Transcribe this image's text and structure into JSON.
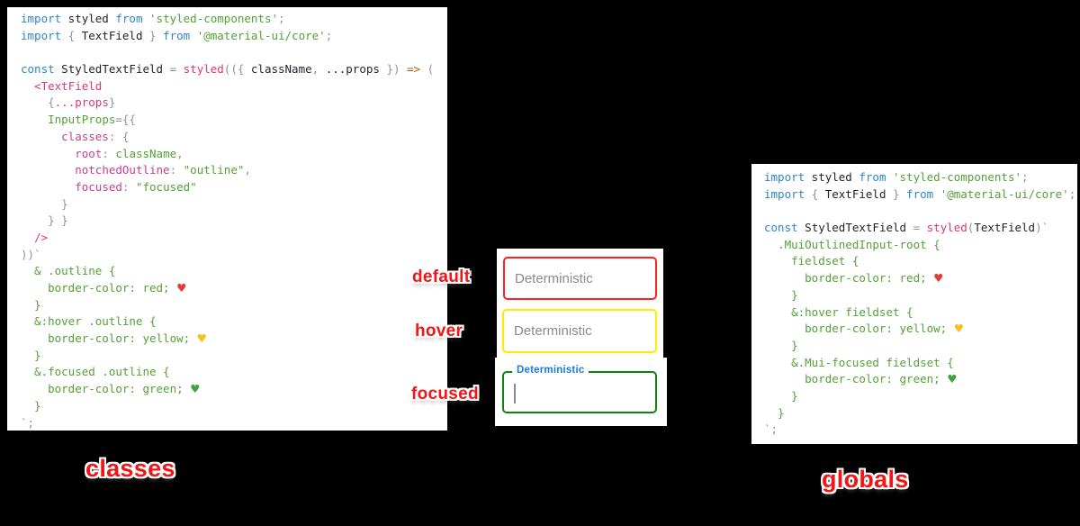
{
  "labels": {
    "default": "default",
    "hover": "hover",
    "focused": "focused",
    "classes": "classes",
    "globals": "globals"
  },
  "fields": {
    "default": {
      "state": "default",
      "placeholder": "Deterministic",
      "border_color": "#ff2020"
    },
    "hover": {
      "state": "hover",
      "placeholder": "Deterministic",
      "border_color": "#ffeb00"
    },
    "focused": {
      "state": "focused",
      "label": "Deterministic",
      "value": "",
      "border_color": "#0c840c",
      "label_color": "#1c7ce0"
    }
  },
  "colors": {
    "background": "#000000",
    "panel_background": "#ffffff",
    "keyword_blue": "#2e86c1",
    "string_green": "#55a037",
    "function_pink": "#e0366e",
    "property_magenta": "#c2418e",
    "punctuation_gray": "#8f9499",
    "arrow_orange": "#b05b14",
    "label_red": "#ee1616",
    "heart_red": "#e53935",
    "heart_yellow": "#f5c11e",
    "heart_green": "#3fa33f"
  },
  "code_blocks": {
    "left": {
      "title": "classes approach",
      "lines": [
        [
          [
            "kw",
            "import"
          ],
          [
            "id",
            " styled "
          ],
          [
            "kw",
            "from"
          ],
          [
            "id",
            " "
          ],
          [
            "grn",
            "'styled-components'"
          ],
          [
            "pun",
            ";"
          ]
        ],
        [
          [
            "kw",
            "import"
          ],
          [
            "pun",
            " { "
          ],
          [
            "id",
            "TextField"
          ],
          [
            "pun",
            " } "
          ],
          [
            "kw",
            "from"
          ],
          [
            "id",
            " "
          ],
          [
            "grn",
            "'@material-ui/core'"
          ],
          [
            "pun",
            ";"
          ]
        ],
        [],
        [
          [
            "kw",
            "const"
          ],
          [
            "id",
            " StyledTextField "
          ],
          [
            "pun",
            "= "
          ],
          [
            "pink",
            "styled"
          ],
          [
            "pun",
            "(({ "
          ],
          [
            "id",
            "className"
          ],
          [
            "pun",
            ", "
          ],
          [
            "id",
            "...props"
          ],
          [
            "pun",
            " }) "
          ],
          [
            "arr",
            "=>"
          ],
          [
            "pun",
            " ("
          ]
        ],
        [
          [
            "pun",
            "  "
          ],
          [
            "pink",
            "<TextField"
          ]
        ],
        [
          [
            "pun",
            "    {"
          ],
          [
            "pink",
            "...props"
          ],
          [
            "pun",
            "}"
          ]
        ],
        [
          [
            "pun",
            "    "
          ],
          [
            "grn",
            "InputProps"
          ],
          [
            "pun",
            "={{"
          ]
        ],
        [
          [
            "pun",
            "      "
          ],
          [
            "mag",
            "classes"
          ],
          [
            "pun",
            ": {"
          ]
        ],
        [
          [
            "pun",
            "        "
          ],
          [
            "mag",
            "root"
          ],
          [
            "pun",
            ": "
          ],
          [
            "grn",
            "className"
          ],
          [
            "pun",
            ","
          ]
        ],
        [
          [
            "pun",
            "        "
          ],
          [
            "mag",
            "notchedOutline"
          ],
          [
            "pun",
            ": "
          ],
          [
            "grn",
            "\"outline\""
          ],
          [
            "pun",
            ","
          ]
        ],
        [
          [
            "pun",
            "        "
          ],
          [
            "mag",
            "focused"
          ],
          [
            "pun",
            ": "
          ],
          [
            "grn",
            "\"focused\""
          ]
        ],
        [
          [
            "pun",
            "      }"
          ]
        ],
        [
          [
            "pun",
            "    } }"
          ]
        ],
        [
          [
            "pun",
            "  "
          ],
          [
            "pink",
            "/>"
          ]
        ],
        [
          [
            "pun",
            "))`"
          ]
        ],
        [
          [
            "grn",
            "  & .outline {"
          ]
        ],
        [
          [
            "grn",
            "    border-color: red; "
          ],
          [
            "hr",
            "♥"
          ]
        ],
        [
          [
            "grn",
            "  }"
          ]
        ],
        [
          [
            "grn",
            "  &:hover .outline {"
          ]
        ],
        [
          [
            "grn",
            "    border-color: yellow; "
          ],
          [
            "hy",
            "♥"
          ]
        ],
        [
          [
            "grn",
            "  }"
          ]
        ],
        [
          [
            "grn",
            "  &.focused .outline {"
          ]
        ],
        [
          [
            "grn",
            "    border-color: green; "
          ],
          [
            "hg",
            "♥"
          ]
        ],
        [
          [
            "grn",
            "  }"
          ]
        ],
        [
          [
            "pun",
            "`;"
          ]
        ]
      ]
    },
    "right": {
      "title": "globals approach",
      "lines": [
        [
          [
            "kw",
            "import"
          ],
          [
            "id",
            " styled "
          ],
          [
            "kw",
            "from"
          ],
          [
            "id",
            " "
          ],
          [
            "grn",
            "'styled-components'"
          ],
          [
            "pun",
            ";"
          ]
        ],
        [
          [
            "kw",
            "import"
          ],
          [
            "pun",
            " { "
          ],
          [
            "id",
            "TextField"
          ],
          [
            "pun",
            " } "
          ],
          [
            "kw",
            "from"
          ],
          [
            "id",
            " "
          ],
          [
            "grn",
            "'@material-ui/core'"
          ],
          [
            "pun",
            ";"
          ]
        ],
        [],
        [
          [
            "kw",
            "const"
          ],
          [
            "id",
            " StyledTextField "
          ],
          [
            "pun",
            "= "
          ],
          [
            "pink",
            "styled"
          ],
          [
            "pun",
            "("
          ],
          [
            "id",
            "TextField"
          ],
          [
            "pun",
            ")`"
          ]
        ],
        [
          [
            "grn",
            "  .MuiOutlinedInput-root {"
          ]
        ],
        [
          [
            "grn",
            "    fieldset {"
          ]
        ],
        [
          [
            "grn",
            "      border-color: red; "
          ],
          [
            "hr",
            "♥"
          ]
        ],
        [
          [
            "grn",
            "    }"
          ]
        ],
        [
          [
            "grn",
            "    &:hover fieldset {"
          ]
        ],
        [
          [
            "grn",
            "      border-color: yellow; "
          ],
          [
            "hy",
            "♥"
          ]
        ],
        [
          [
            "grn",
            "    }"
          ]
        ],
        [
          [
            "grn",
            "    &.Mui-focused fieldset {"
          ]
        ],
        [
          [
            "grn",
            "      border-color: green; "
          ],
          [
            "hg",
            "♥"
          ]
        ],
        [
          [
            "grn",
            "    }"
          ]
        ],
        [
          [
            "grn",
            "  }"
          ]
        ],
        [
          [
            "pun",
            "`;"
          ]
        ]
      ]
    }
  }
}
